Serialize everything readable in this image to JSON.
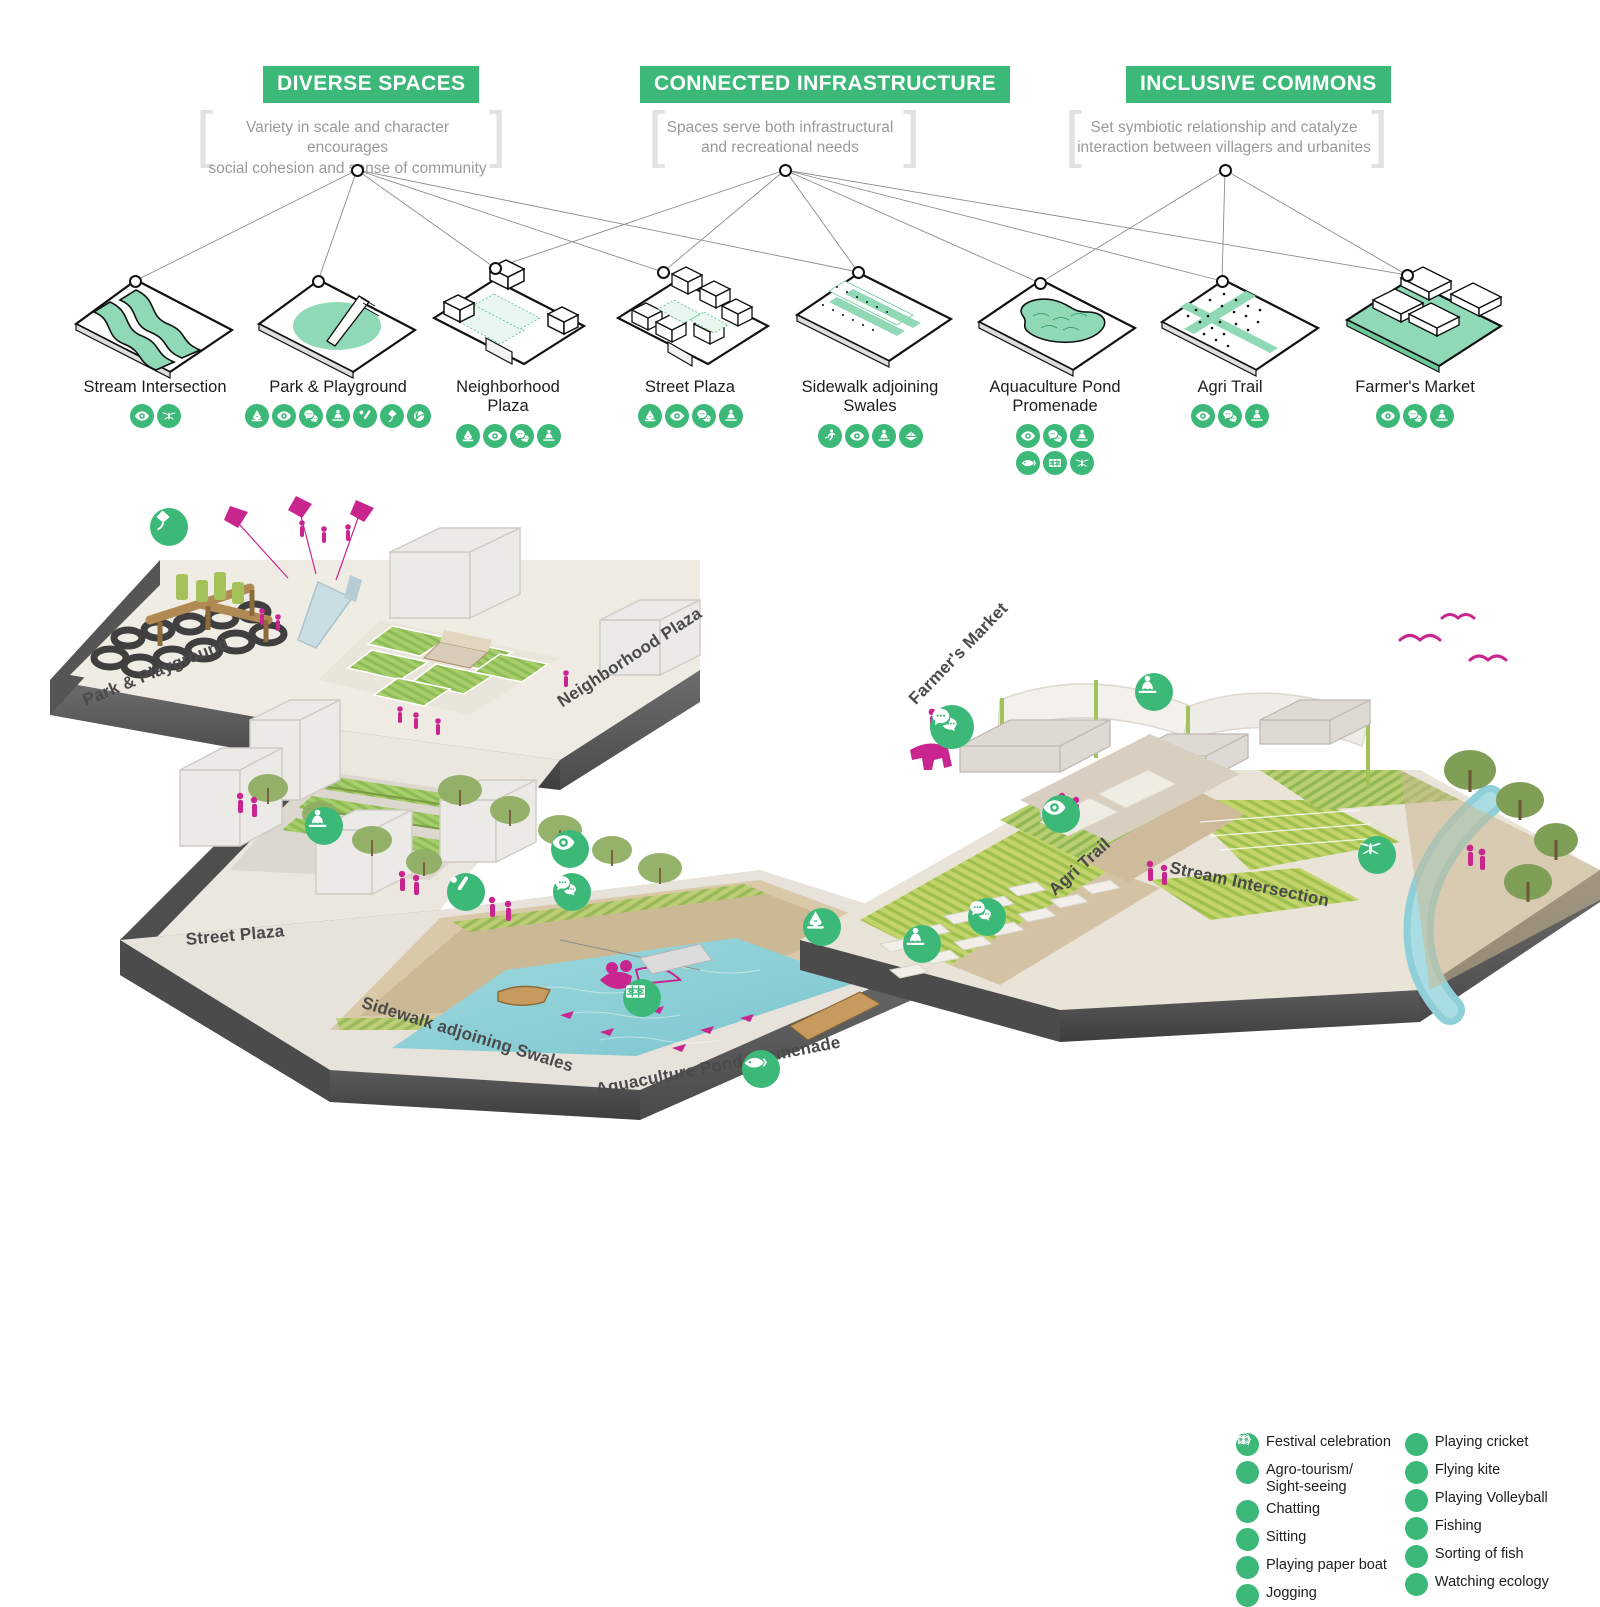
{
  "groups": [
    {
      "title": "DIVERSE SPACES",
      "desc": "Variety in scale and character encourages\nsocial cohesion and sense of community"
    },
    {
      "title": "CONNECTED INFRASTRUCTURE",
      "desc": "Spaces serve both infrastructural\nand recreational needs"
    },
    {
      "title": "INCLUSIVE COMMONS",
      "desc": "Set symbiotic relationship and catalyze\ninteraction between villagers and urbanites"
    }
  ],
  "typologies": [
    {
      "label": "Stream Intersection",
      "icons": [
        "sight-seeing",
        "watching-ecology"
      ]
    },
    {
      "label": "Park & Playground",
      "icons": [
        "festival",
        "sight-seeing",
        "chatting",
        "sitting",
        "cricket",
        "kite",
        "volleyball"
      ]
    },
    {
      "label": "Neighborhood\nPlaza",
      "icons": [
        "festival",
        "sight-seeing",
        "chatting",
        "sitting"
      ]
    },
    {
      "label": "Street Plaza",
      "icons": [
        "festival",
        "sight-seeing",
        "chatting",
        "sitting"
      ]
    },
    {
      "label": "Sidewalk adjoining\nSwales",
      "icons": [
        "jogging",
        "sight-seeing",
        "sitting",
        "paper-boat"
      ]
    },
    {
      "label": "Aquaculture Pond\nPromenade",
      "icons": [
        "sight-seeing",
        "chatting",
        "sitting",
        "fishing",
        "sorting-fish",
        "watching-ecology"
      ]
    },
    {
      "label": "Agri Trail",
      "icons": [
        "sight-seeing",
        "chatting",
        "sitting"
      ]
    },
    {
      "label": "Farmer's Market",
      "icons": [
        "sight-seeing",
        "chatting",
        "sitting"
      ]
    }
  ],
  "scene_labels": [
    {
      "text": "Park & Playground"
    },
    {
      "text": "Neighborhood Plaza"
    },
    {
      "text": "Street Plaza"
    },
    {
      "text": "Sidewalk adjoining Swales"
    },
    {
      "text": "Aquaculture Pond Promenade"
    },
    {
      "text": "Farmer's Market"
    },
    {
      "text": "Agri Trail"
    },
    {
      "text": "Stream Intersection"
    }
  ],
  "legend": {
    "column_left": [
      {
        "icon": "festival",
        "label": "Festival celebration"
      },
      {
        "icon": "sight-seeing",
        "label": "Agro-tourism/\nSight-seeing"
      },
      {
        "icon": "chatting",
        "label": "Chatting"
      },
      {
        "icon": "sitting",
        "label": "Sitting"
      },
      {
        "icon": "paper-boat",
        "label": "Playing paper boat"
      },
      {
        "icon": "jogging",
        "label": "Jogging"
      }
    ],
    "column_right": [
      {
        "icon": "cricket",
        "label": "Playing cricket"
      },
      {
        "icon": "kite",
        "label": "Flying kite"
      },
      {
        "icon": "volleyball",
        "label": "Playing Volleyball"
      },
      {
        "icon": "fishing",
        "label": "Fishing"
      },
      {
        "icon": "sorting-fish",
        "label": "Sorting of fish"
      },
      {
        "icon": "watching-ecology",
        "label": "Watching ecology"
      }
    ]
  },
  "colors": {
    "accent_green": "#3cb878",
    "tile_green": "#8fd9b6",
    "magenta_figures": "#c9258f",
    "base_gray": "#5d5d5d",
    "desc_gray": "#9a9a9a"
  }
}
